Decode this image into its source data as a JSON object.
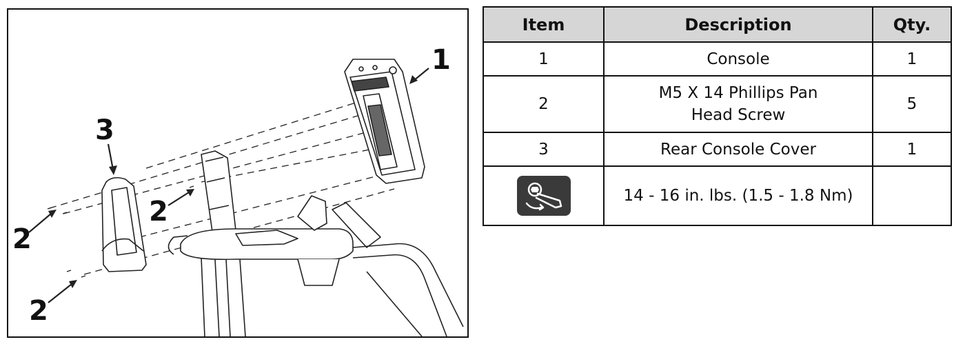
{
  "figure": {
    "callouts": {
      "console": "1",
      "screw_center": "2",
      "screw_upper_left": "2",
      "screw_lower_left": "2",
      "rear_cover": "3"
    }
  },
  "table": {
    "headers": {
      "item": "Item",
      "description": "Description",
      "qty": "Qty."
    },
    "rows": [
      {
        "item": "1",
        "description": "Console",
        "qty": "1"
      },
      {
        "item": "2",
        "description": "M5 X 14 Phillips Pan Head Screw",
        "qty": "5"
      },
      {
        "item": "3",
        "description": "Rear Console Cover",
        "qty": "1"
      }
    ],
    "torque": {
      "icon": "torque-wrench-icon",
      "description": "14 - 16 in. lbs. (1.5 - 1.8 Nm)",
      "qty": ""
    }
  }
}
